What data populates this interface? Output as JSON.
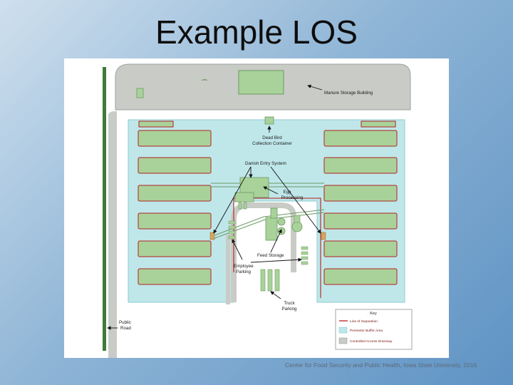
{
  "slide": {
    "title": "Example LOS",
    "credit": "Center for Food Security and Public Health, Iowa State University, 2016"
  },
  "diagram": {
    "labels": {
      "manure_storage": "Manure Storage Building",
      "dead_bird_line1": "Dead Bird",
      "dead_bird_line2": "Collection Container",
      "danish_entry": "Danish Entry System",
      "egg_line1": "Egg",
      "egg_line2": "Processing",
      "feed_storage": "Feed Storage",
      "employee_line1": "Employee",
      "employee_line2": "Parking",
      "truck_line1": "Truck",
      "truck_line2": "Parking",
      "public_line1": "Public",
      "public_line2": "Road"
    },
    "key": {
      "title": "Key",
      "items": [
        {
          "label": "Line of Separation",
          "color": "#b32020"
        },
        {
          "label": "Perimeter Buffer Area",
          "color": "#bfe7ea"
        },
        {
          "label": "Controlled Access Driveway",
          "color": "#c9cbc6"
        }
      ]
    },
    "colors": {
      "road": "#3f7a3a",
      "paved": "#c9cbc6",
      "buffer": "#bfe7ea",
      "barn": "#a9d29a",
      "separation": "#b32020"
    }
  }
}
